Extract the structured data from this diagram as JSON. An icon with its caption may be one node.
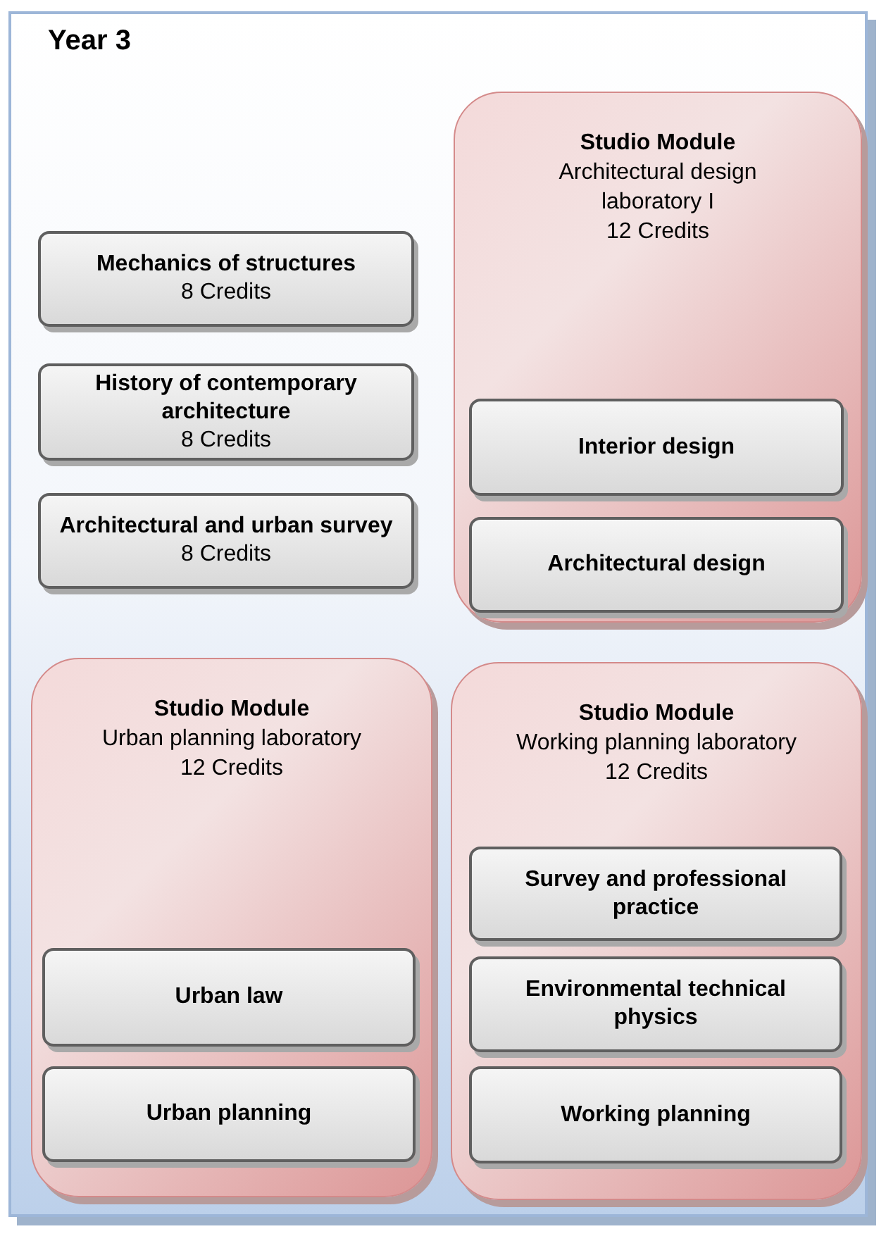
{
  "diagram": {
    "nodes": [
      {
        "text": [
          "Year 3"
        ]
      },
      {
        "text": [
          "Mechanics of structures",
          "8 Credits"
        ],
        "in": 0
      },
      {
        "text": [
          "History of contemporary architecture",
          "8 Credits"
        ],
        "in": 0
      },
      {
        "text": [
          "Architectural and urban survey",
          "8 Credits"
        ],
        "in": 0
      },
      {
        "text": [
          "Studio Module",
          "Architectural design laboratory I",
          "12 Credits"
        ],
        "in": 0
      },
      {
        "text": [
          "Interior design"
        ],
        "in": 4
      },
      {
        "text": [
          "Architectural design"
        ],
        "in": 4
      },
      {
        "text": [
          "Studio Module",
          "Urban planning laboratory",
          "12 Credits"
        ],
        "in": 0
      },
      {
        "text": [
          "Urban law"
        ],
        "in": 7
      },
      {
        "text": [
          "Urban planning"
        ],
        "in": 7
      },
      {
        "text": [
          "Studio Module",
          "Working planning laboratory",
          "12 Credits"
        ],
        "in": 0
      },
      {
        "text": [
          "Survey and professional practice"
        ],
        "in": 10
      },
      {
        "text": [
          "Environmental technical physics"
        ],
        "in": 10
      },
      {
        "text": [
          "Working planning"
        ],
        "in": 10
      }
    ]
  }
}
